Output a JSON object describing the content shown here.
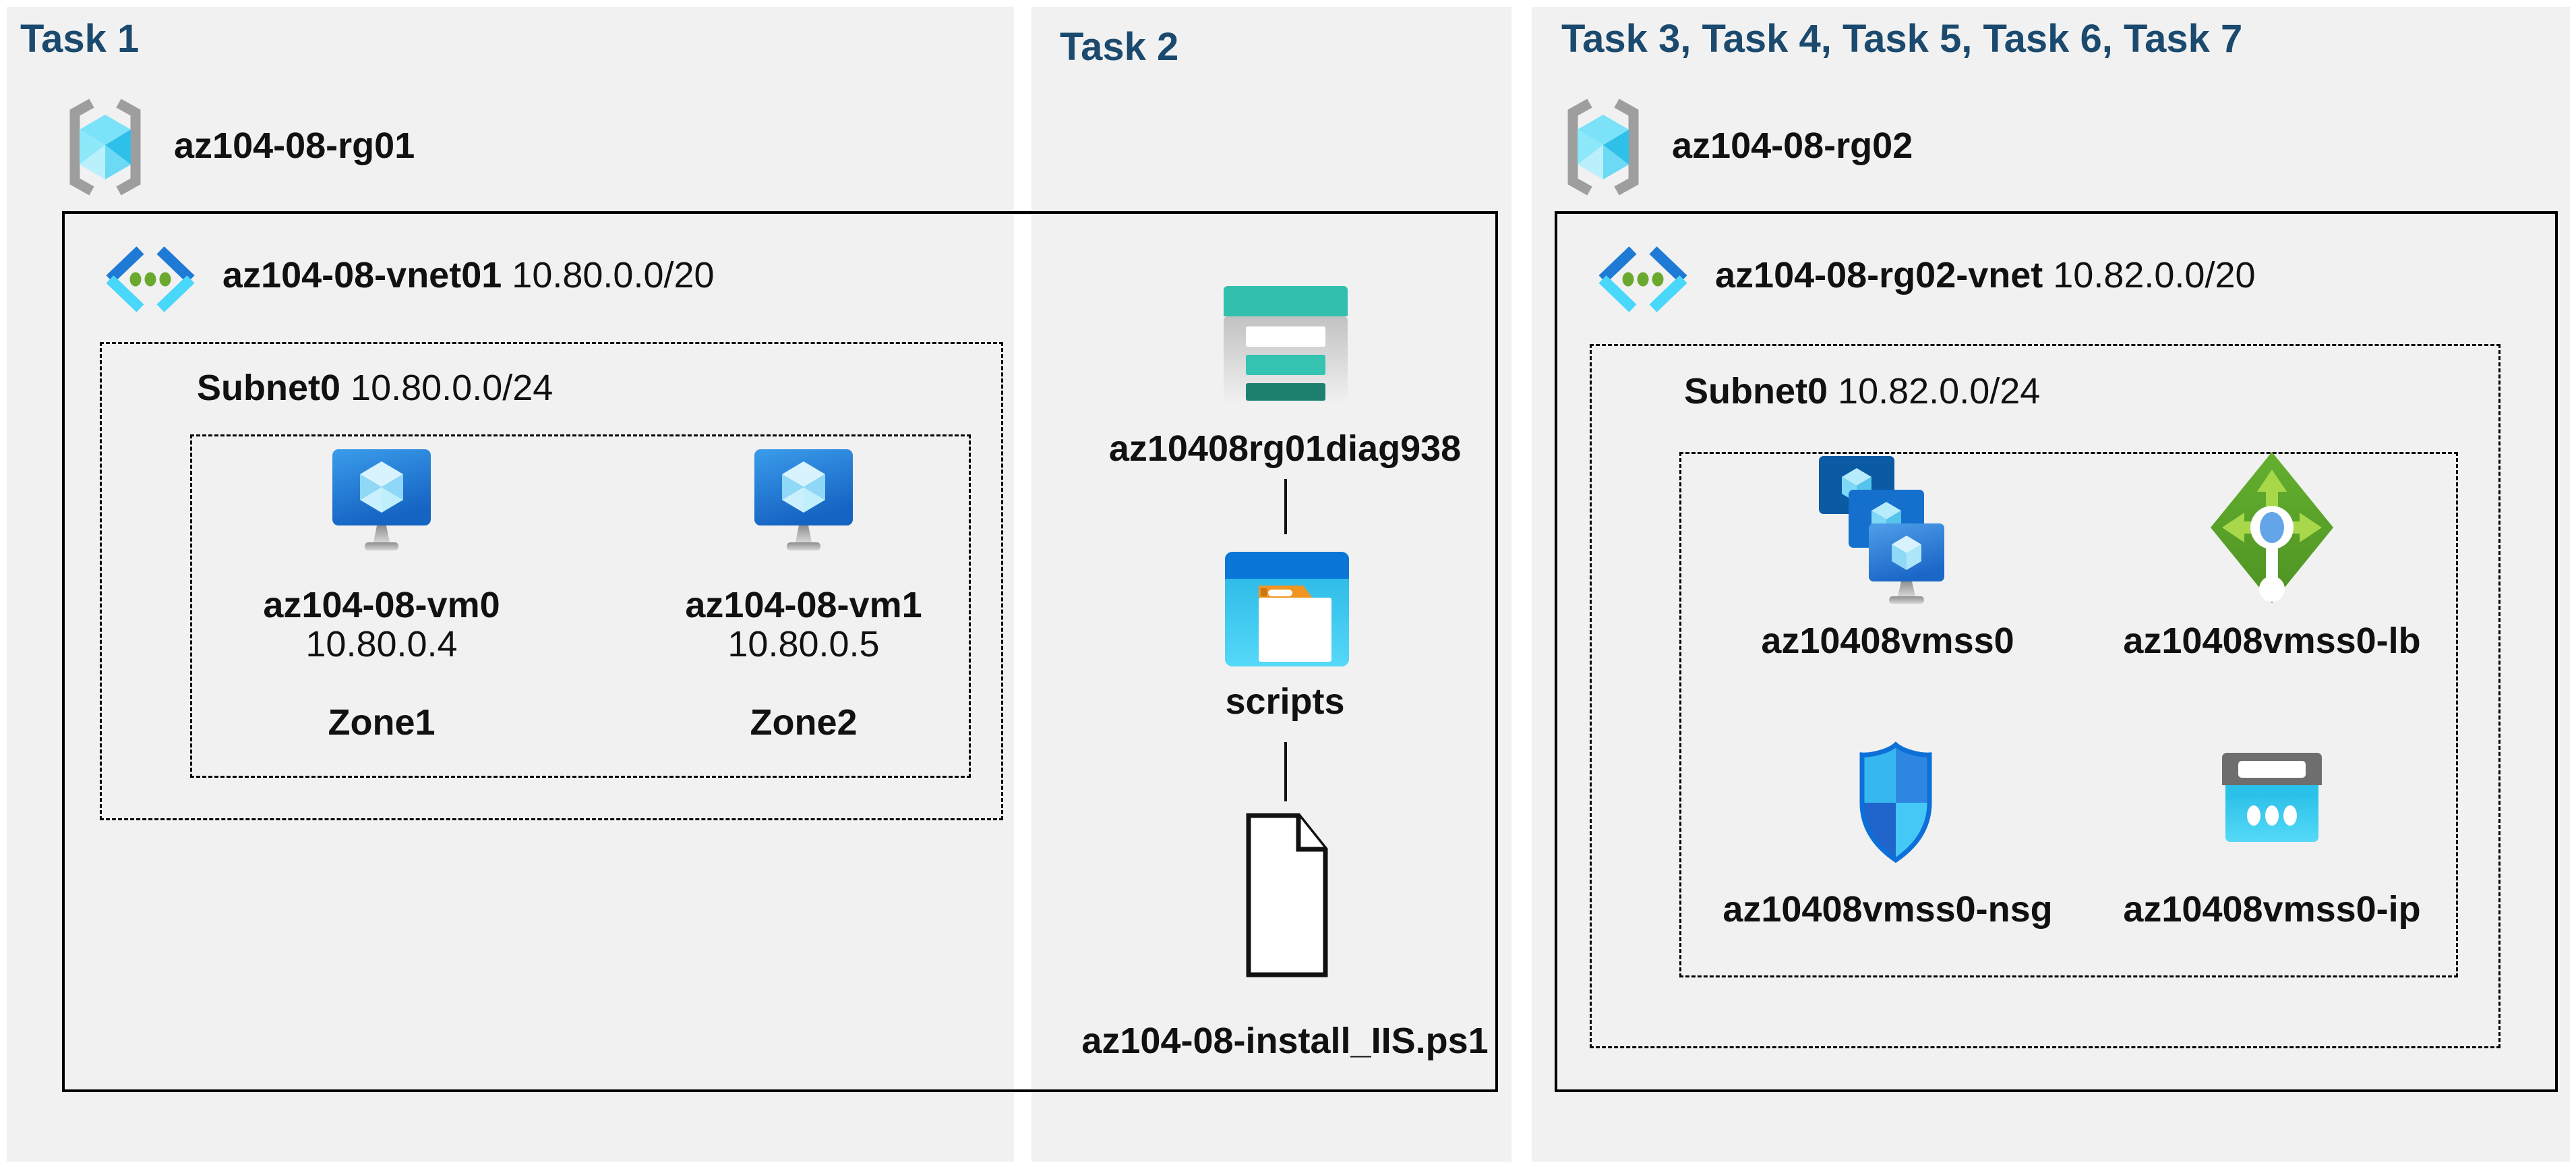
{
  "colors": {
    "page_bg": "#ffffff",
    "panel_bg": "#f1f1f1",
    "title": "#1b4a6e",
    "box_border": "#000000",
    "text": "#111111",
    "vm_blue_top": "#3b9ceb",
    "vm_blue_bottom": "#1563c2",
    "vnet_chevron_blue": "#1e7ad4",
    "vnet_chevron_cyan": "#49d7fa",
    "vnet_dot_green": "#6aa92e",
    "lb_green": "#58a42a",
    "storage_teal": "#33bfae",
    "folder_header_blue": "#0a76d8",
    "folder_tab_orange": "#f09522",
    "ip_gray": "#6e6e6e",
    "ip_cyan": "#2ac2ea"
  },
  "panel1": {
    "title": "Task 1",
    "rg_name": "az104-08-rg01",
    "vnet_name": "az104-08-vnet01",
    "vnet_cidr": "10.80.0.0/20",
    "subnet_name": "Subnet0",
    "subnet_cidr": "10.80.0.0/24",
    "vm0": {
      "name": "az104-08-vm0",
      "ip": "10.80.0.4",
      "zone": "Zone1"
    },
    "vm1": {
      "name": "az104-08-vm1",
      "ip": "10.80.0.5",
      "zone": "Zone2"
    }
  },
  "panel2": {
    "title": "Task 2",
    "storage_name": "az10408rg01diag938",
    "folder_name": "scripts",
    "file_name": "az104-08-install_IIS.ps1"
  },
  "panel3": {
    "title": "Task 3, Task 4, Task 5, Task 6, Task 7",
    "rg_name": "az104-08-rg02",
    "vnet_name": "az104-08-rg02-vnet",
    "vnet_cidr": "10.82.0.0/20",
    "subnet_name": "Subnet0",
    "subnet_cidr": "10.82.0.0/24",
    "vmss_name": "az10408vmss0",
    "lb_name": "az10408vmss0-lb",
    "nsg_name": "az10408vmss0-nsg",
    "ip_name": "az10408vmss0-ip"
  }
}
